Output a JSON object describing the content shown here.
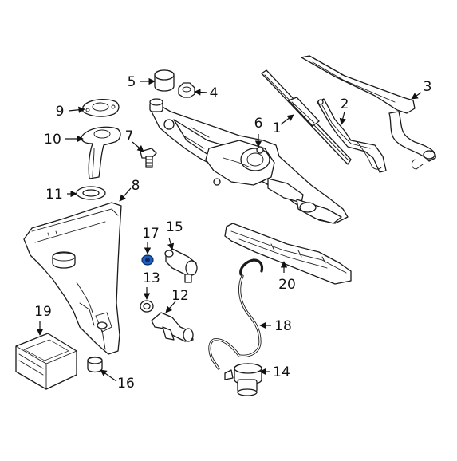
{
  "diagram": {
    "callouts": [
      {
        "id": "1",
        "label": "1"
      },
      {
        "id": "2",
        "label": "2"
      },
      {
        "id": "3",
        "label": "3"
      },
      {
        "id": "4",
        "label": "4"
      },
      {
        "id": "5",
        "label": "5"
      },
      {
        "id": "6",
        "label": "6"
      },
      {
        "id": "7",
        "label": "7"
      },
      {
        "id": "8",
        "label": "8"
      },
      {
        "id": "9",
        "label": "9"
      },
      {
        "id": "10",
        "label": "10"
      },
      {
        "id": "11",
        "label": "11"
      },
      {
        "id": "12",
        "label": "12"
      },
      {
        "id": "13",
        "label": "13"
      },
      {
        "id": "14",
        "label": "14"
      },
      {
        "id": "15",
        "label": "15"
      },
      {
        "id": "16",
        "label": "16"
      },
      {
        "id": "17",
        "label": "17"
      },
      {
        "id": "18",
        "label": "18"
      },
      {
        "id": "19",
        "label": "19"
      },
      {
        "id": "20",
        "label": "20"
      }
    ],
    "highlight_color": "#1f5fbf",
    "line_color": "#1a1a1a",
    "background": "#ffffff"
  }
}
